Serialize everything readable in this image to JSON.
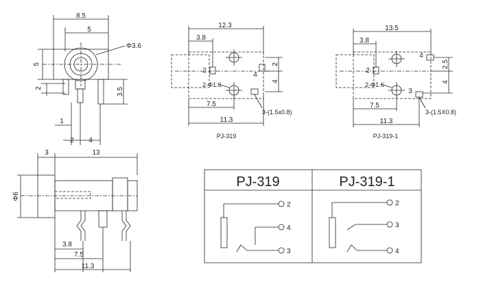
{
  "drawings": {
    "front_view": {
      "dims": {
        "width_total": "8.5",
        "width_inner": "5",
        "height": "5",
        "hole_dia": "Φ3.6",
        "pin_offset": "2",
        "pin_height": "3.5",
        "spacing_1": "1",
        "spacing_2": "2",
        "spacing_3": "4"
      }
    },
    "side_view": {
      "dims": {
        "front_len": "3",
        "body_len": "13",
        "dia": "Φ6",
        "pin_a": "3.8",
        "pin_b": "7.5",
        "pin_c": "11.3"
      }
    },
    "pj319_top": {
      "caption": "PJ-319",
      "dims": {
        "width": "12.3",
        "offset": "3.8",
        "pitch_v1": "2",
        "pitch_v2": "4",
        "pin_a": "7.5",
        "pin_b": "11.3",
        "hole_note": "2-Φ1.6",
        "slot_note": "3-(1.5x0.8)"
      },
      "pin_labels": {
        "p2": "2",
        "p4": "4"
      }
    },
    "pj3191_top": {
      "caption": "PJ-319-1",
      "dims": {
        "width": "13.5",
        "offset": "3.8",
        "pitch_v1": "2.5",
        "pitch_v2": "4",
        "pin_a": "7.5",
        "pin_b": "11.3",
        "hole_note": "2-Φ1.6",
        "slot_note": "3-(1.5X0.8)"
      },
      "pin_labels": {
        "p2": "2",
        "p3": "3",
        "p4": "4"
      }
    }
  },
  "schematic_table": {
    "headers": [
      "PJ-319",
      "PJ-319-1"
    ],
    "pj319_pins": [
      "2",
      "4",
      "3"
    ],
    "pj3191_pins": [
      "2",
      "3",
      "4"
    ]
  }
}
